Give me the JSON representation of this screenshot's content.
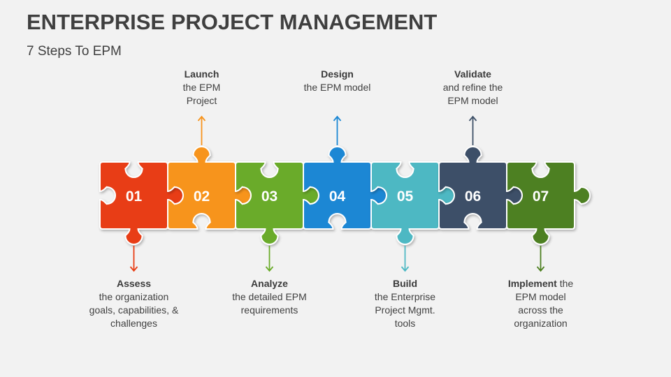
{
  "header": {
    "title": "ENTERPRISE PROJECT MANAGEMENT",
    "subtitle": "7 Steps To EPM"
  },
  "steps": [
    {
      "number": "01",
      "color": "#e83e15",
      "heading": "Assess",
      "desc": "the organization goals, capabilities, & challenges",
      "position": "bottom"
    },
    {
      "number": "02",
      "color": "#f7941d",
      "heading": "Launch",
      "desc": "the EPM Project",
      "position": "top"
    },
    {
      "number": "03",
      "color": "#6aab29",
      "heading": "Analyze",
      "desc": "the detailed EPM requirements",
      "position": "bottom"
    },
    {
      "number": "04",
      "color": "#1b87d4",
      "heading": "Design",
      "desc": "the EPM model",
      "position": "top"
    },
    {
      "number": "05",
      "color": "#4db8c3",
      "heading": "Build",
      "desc": "the Enterprise Project Mgmt. tools",
      "position": "bottom"
    },
    {
      "number": "06",
      "color": "#3e5068",
      "heading": "Validate",
      "desc": "and refine the EPM model",
      "position": "top"
    },
    {
      "number": "07",
      "color": "#4e8021",
      "heading": "Implement",
      "desc": "the EPM model across the organization",
      "position": "bottom"
    }
  ]
}
